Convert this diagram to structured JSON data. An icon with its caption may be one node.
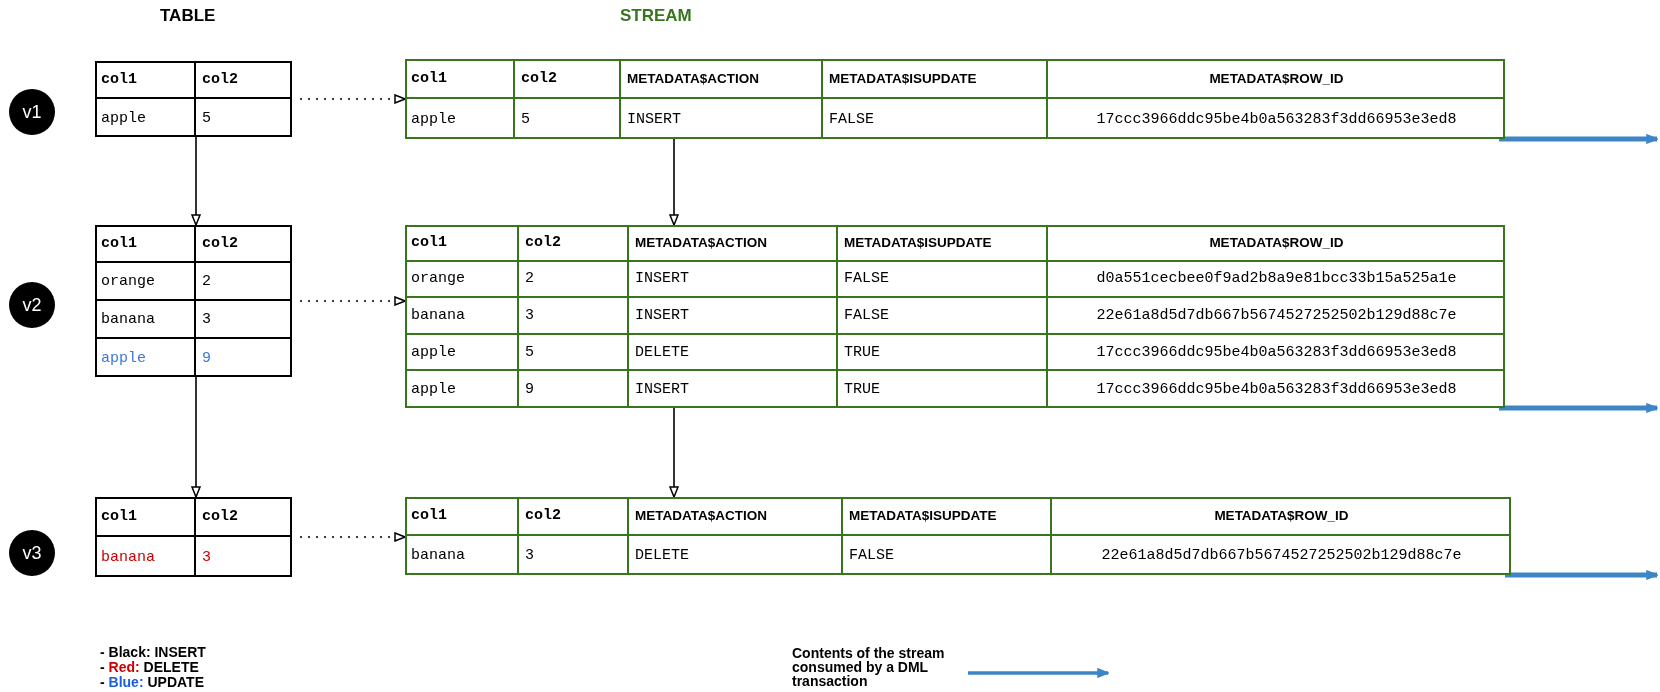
{
  "diagram": {
    "nodes": [
      {
        "text": [
          "v1"
        ]
      },
      {
        "text": [
          "col1",
          "col2",
          "apple",
          "5"
        ]
      },
      {
        "text": [
          "col1",
          "col2",
          "METADATA$ACTION",
          "METADATA$ISUPDATE",
          "METADATA$ROW_ID",
          "apple",
          "5",
          "INSERT",
          "FALSE",
          "17ccc3966ddc95be4b0a563283f3dd66953e3ed8"
        ]
      },
      {
        "text": [
          "v2"
        ]
      },
      {
        "text": [
          "col1",
          "col2",
          "orange",
          "2",
          "banana",
          "3",
          "apple",
          "9"
        ]
      },
      {
        "text": [
          "col1",
          "col2",
          "METADATA$ACTION",
          "METADATA$ISUPDATE",
          "METADATA$ROW_ID",
          "orange",
          "2",
          "INSERT",
          "FALSE",
          "d0a551cecbee0f9ad2b8a9e81bcc33b15a525a1e",
          "banana",
          "3",
          "INSERT",
          "FALSE",
          "22e61a8d5d7db667b5674527252502b129d88c7e",
          "apple",
          "5",
          "DELETE",
          "TRUE",
          "17ccc3966ddc95be4b0a563283f3dd66953e3ed8",
          "apple",
          "9",
          "INSERT",
          "TRUE",
          "17ccc3966ddc95be4b0a563283f3dd66953e3ed8"
        ]
      },
      {
        "text": [
          "v3"
        ]
      },
      {
        "text": [
          "col1",
          "col2",
          "banana",
          "3"
        ]
      },
      {
        "text": [
          "col1",
          "col2",
          "METADATA$ACTION",
          "METADATA$ISUPDATE",
          "METADATA$ROW_ID",
          "banana",
          "3",
          "DELETE",
          "FALSE",
          "22e61a8d5d7db667b5674527252502b129d88c7e"
        ]
      }
    ],
    "edges": [
      {
        "from": 1,
        "to": 2,
        "arrow": "to",
        "style": "dashed"
      },
      {
        "from": 4,
        "to": 5,
        "arrow": "to",
        "style": "dashed"
      },
      {
        "from": 7,
        "to": 8,
        "arrow": "to",
        "style": "dashed"
      },
      {
        "from": 1,
        "to": 4,
        "arrow": "to"
      },
      {
        "from": 4,
        "to": 7,
        "arrow": "to"
      },
      {
        "from": 2,
        "to": 5,
        "arrow": "to"
      },
      {
        "from": 5,
        "to": 8,
        "arrow": "to"
      },
      {
        "from": 2,
        "to": null,
        "arrow": "to",
        "style": "thick",
        "color": "#3d85c6"
      },
      {
        "from": 5,
        "to": null,
        "arrow": "to",
        "style": "thick",
        "color": "#3d85c6"
      },
      {
        "from": 8,
        "to": null,
        "arrow": "to",
        "style": "thick",
        "color": "#3d85c6"
      }
    ],
    "labels": [
      "TABLE",
      "STREAM"
    ],
    "legend": [
      {
        "text": "- Black: INSERT",
        "color": "#000000"
      },
      {
        "text": "- Red: DELETE",
        "color": "#cc0000"
      },
      {
        "text": "- Blue: UPDATE",
        "color": "#1a5fd6"
      },
      {
        "text": "Contents of the stream consumed by a DML transaction"
      }
    ]
  }
}
